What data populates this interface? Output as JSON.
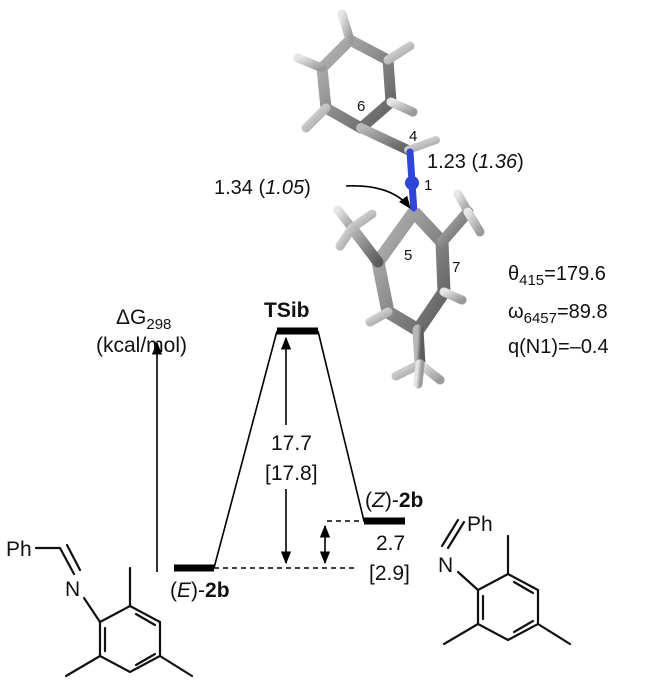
{
  "axis": {
    "label_main": "ΔG",
    "label_sub": "298",
    "units": "(kcal/mol)"
  },
  "states": {
    "E": {
      "prefix": "(",
      "italic": "E",
      "suffix": ")-",
      "bold": "2b"
    },
    "TS": {
      "label": "TSib"
    },
    "Z": {
      "prefix": "(",
      "italic": "Z",
      "suffix": ")-",
      "bold": "2b"
    }
  },
  "barrier": {
    "value": "17.7",
    "bracket": "[17.8]"
  },
  "reaction": {
    "value": "2.7",
    "bracket": "[2.9]"
  },
  "structure_E": {
    "ph": "Ph",
    "n": "N"
  },
  "structure_Z": {
    "ph": "Ph",
    "n": "N"
  },
  "molecule": {
    "atom_numbers": [
      "6",
      "4",
      "1",
      "5",
      "7"
    ],
    "bond_C4N1": {
      "value": "1.23 (",
      "italic": "1.36",
      "close": ")"
    },
    "bond_N1C5": {
      "value": "1.34 (",
      "italic": "1.05",
      "close": ")"
    }
  },
  "params": {
    "theta": {
      "sym": "θ",
      "sub": "415",
      "val": "=179.6"
    },
    "omega": {
      "sym": "ω",
      "sub": "6457",
      "val": "=89.8"
    },
    "charge": {
      "text": "q(N1)=–0.4"
    }
  },
  "colors": {
    "nitrogen": "#2f46d6",
    "carbon": "#7a7a7a",
    "hydrogen": "#c8c8c8"
  }
}
